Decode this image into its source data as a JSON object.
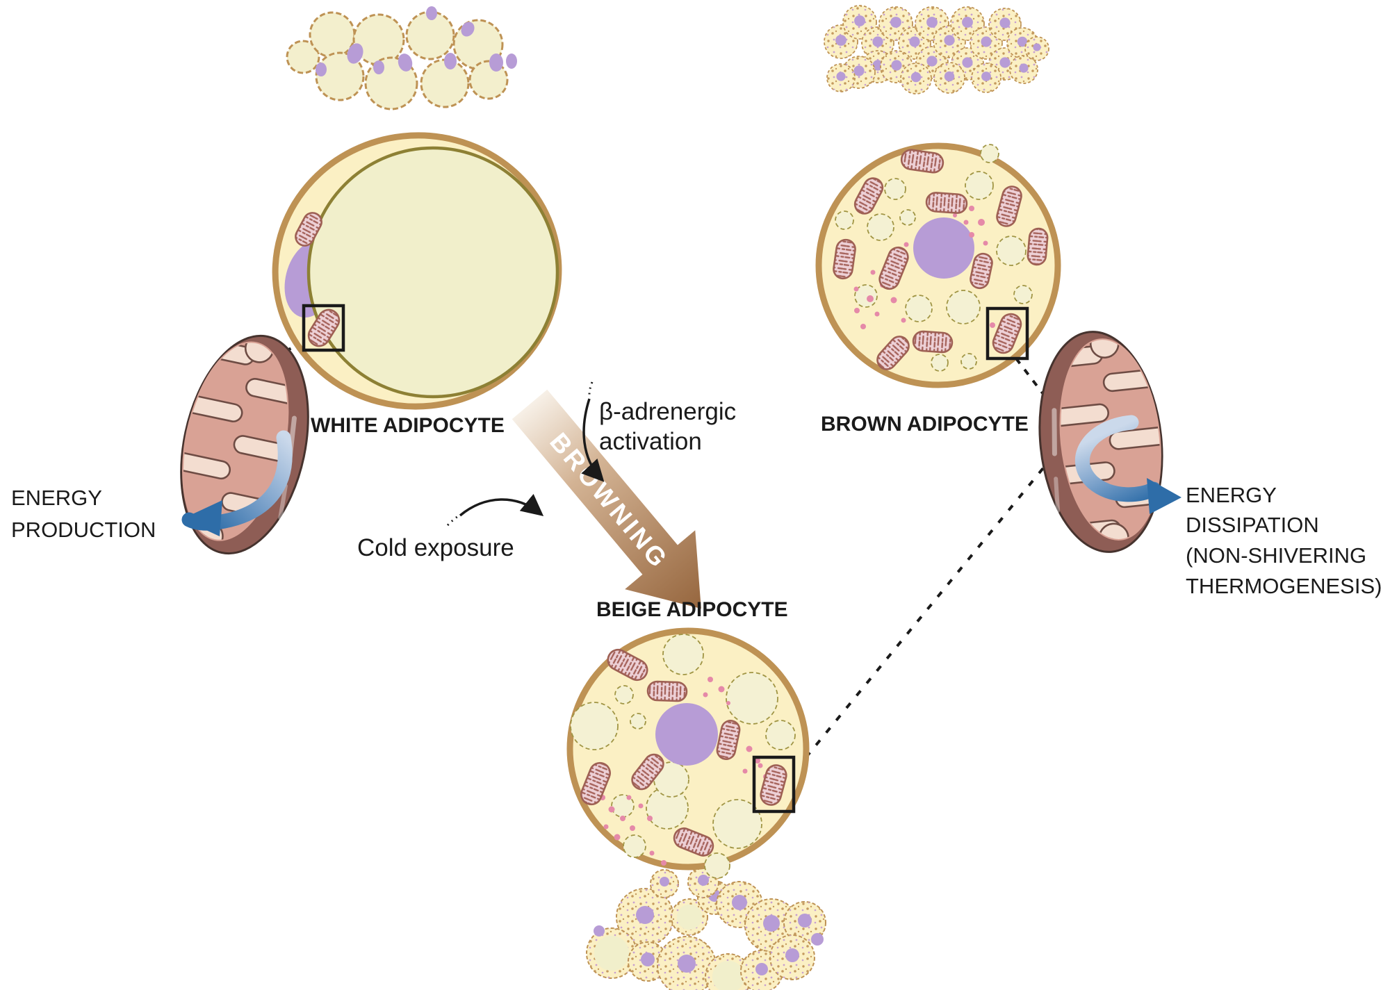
{
  "labels": {
    "white_adipocyte": "WHITE ADIPOCYTE",
    "brown_adipocyte": "BROWN ADIPOCYTE",
    "beige_adipocyte": "BEIGE ADIPOCYTE",
    "browning": "BROWNING",
    "cold_exposure": "Cold exposure",
    "beta_adrenergic_line1": "β-adrenergic",
    "beta_adrenergic_line2": "activation",
    "energy_production_line1": "ENERGY",
    "energy_production_line2": "PRODUCTION",
    "energy_dissipation_line1": "ENERGY",
    "energy_dissipation_line2": "DISSIPATION",
    "energy_dissipation_line3": "(NON-SHIVERING",
    "energy_dissipation_line4": "THERMOGENESIS)"
  },
  "colors": {
    "text": "#1a1a1a",
    "cyto": "#FBF0C4",
    "cluster_fill": "#F3EFCD",
    "cell_border": "#BE9254",
    "white_lipid": "#F1EFCB",
    "white_lipid_ring": "#8D8034",
    "lipid_fill": "#F4F1D3",
    "lipid_ring": "#A09544",
    "nucleus": "#B79CD6",
    "mito_fill": "#EDD0D6",
    "mito_stroke": "#9E6054",
    "mito_stripe": "#A5625A",
    "pink_dot": "#E589A8",
    "mito_outer": "#8E5D55",
    "mito_outline": "#46332E",
    "mito_mid": "#D9A295",
    "cristae_fill": "#F3DDD0",
    "cristae_stroke": "#6E4C44",
    "blue": "#2E6DA8",
    "blue_light": "#CBD9EB",
    "brown_arrow": "#96663E",
    "brown_arrow_light": "#F7F0E7",
    "speckle_tan": "#C49A5E",
    "speckle_purple": "#C79FD0"
  }
}
